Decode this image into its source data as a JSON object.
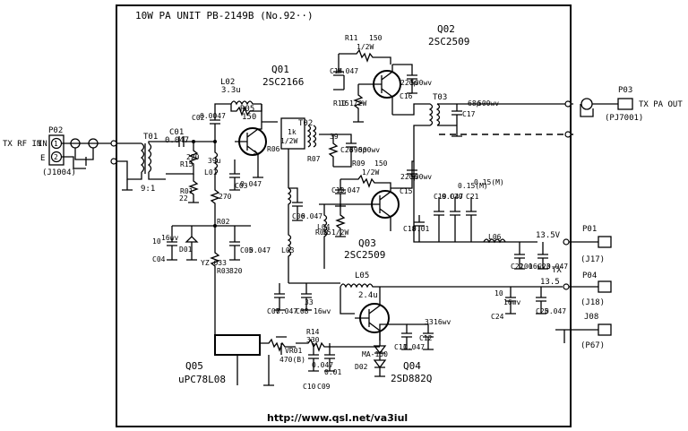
{
  "title": "10W PA UNIT PB-2149B (No.92··)",
  "url": "http://www.qsl.net/va3iul",
  "ports": {
    "tx_rf_in": "TX RF IN",
    "tx_pa_out": "TX PA OUT",
    "tx": "TX",
    "v135_a": "13.5V",
    "v135_b": "13.5"
  },
  "connectors": {
    "p02": "P02",
    "j1004": "(J1004)",
    "pin1": "1",
    "pin2": "2",
    "in": "IN",
    "e": "E",
    "p03": "P03",
    "pj7001": "(PJ7001)",
    "p01": "P01",
    "j17": "(J17)",
    "p04": "P04",
    "j18": "(J18)",
    "j08": "J08",
    "p67": "(P67)"
  },
  "transistors": {
    "q01": "Q01",
    "q01_type": "2SC2166",
    "q02": "Q02",
    "q02_type": "2SC2509",
    "q03": "Q03",
    "q03_type": "2SC2509",
    "q04": "Q04",
    "q04_type": "2SD882Q",
    "q05": "Q05",
    "q05_type": "uPC78L08"
  },
  "transformers": {
    "t01": "T01",
    "t01_ratio": "9:1",
    "t02": "T02",
    "t03": "T03"
  },
  "components": {
    "c01": "C01",
    "c01_v": "0.047",
    "c02": "C02",
    "c02_v": "0.0047",
    "c03": "C03",
    "c03_v": "0.047",
    "c04": "C04",
    "c04_v": "10",
    "c04_r": "16wv",
    "c05": "C05",
    "c05_v": "0.047",
    "c06": "C06",
    "c06_v": "0.047",
    "c07": "C07",
    "c07_v": "0.047",
    "c08": "C08",
    "c08_v": "33",
    "c08_r": "16wv",
    "c09": "C09",
    "c09_v": "0.01",
    "c10": "C10",
    "c10_v": "0.047",
    "c11": "C11",
    "c11_v": "0.047",
    "c12": "C12",
    "c12_v": "33",
    "c12_r": "16wv",
    "c13": "C13",
    "c13_v": "0.047",
    "c14": "C14",
    "c14_v": "0.047",
    "c15": "C15",
    "c15_v": "220p",
    "c15_r": "500wv",
    "c16": "C16",
    "c16_v": "220p",
    "c16_r": "500wv",
    "c17": "C17",
    "c17_v": "68p",
    "c17_r": "500wv",
    "c18": "C18",
    "c18_v": "0.01",
    "c19": "C19",
    "c19_v": "0.047",
    "c20": "C20",
    "c20_v": "0.15(M)",
    "c21": "C21",
    "c21_v": "0.15(M)",
    "c22": "C22",
    "c22_v": "100",
    "c22_r": "16wv",
    "c23": "C23",
    "c23_v": "0.047",
    "c24": "C24",
    "c24_v": "10",
    "c24_r": "16wv",
    "c25": "C25",
    "c25_v": "0.047",
    "c26": "C26",
    "c26_v": "390p",
    "c26_r": "500wv",
    "r01": "R01",
    "r01_v": "22",
    "r02": "R02",
    "r02_v": "270",
    "r03": "R03",
    "r03_v": "820",
    "r05": "R05",
    "r05_v": "150",
    "r06": "R06",
    "r06_v": "1k",
    "r06_p": "1/2W",
    "r07": "R07",
    "r07_v": "39",
    "r08": "R08",
    "r08_v": "15",
    "r08_p": "1/2W",
    "r09": "R09",
    "r09_v": "150",
    "r09_p": "1/2W",
    "r10": "R10",
    "r10_v": "15",
    "r10_p": "1/2W",
    "r11": "R11",
    "r11_v": "150",
    "r11_p": "1/2W",
    "r14": "R14",
    "r14_v": "330",
    "r15": "R15",
    "r15_v": "220",
    "vr01": "VR01",
    "vr01_v": "470(B)",
    "l01": "L01",
    "l01_v": "39u",
    "l02": "L02",
    "l02_v": "3.3u",
    "l03": "L03",
    "l04": "L04",
    "l05": "L05",
    "l05_v": "2.4u",
    "l06": "L06",
    "d01": "D01",
    "d01_type": "YZ-033",
    "d02": "D02",
    "d02_type": "MA-150"
  }
}
